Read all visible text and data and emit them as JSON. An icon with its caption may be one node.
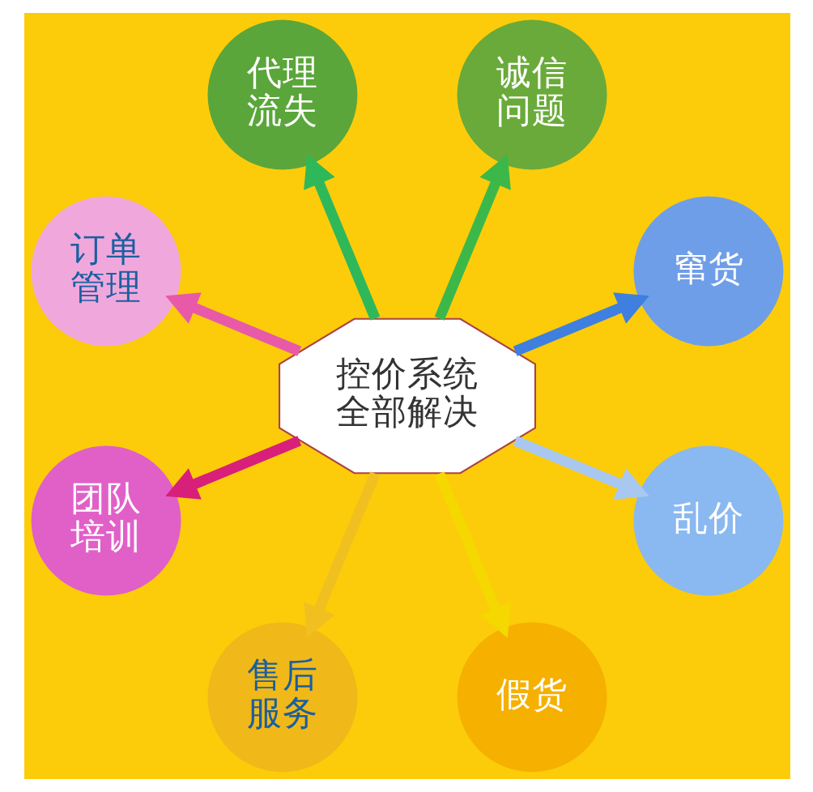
{
  "diagram": {
    "nodes": [
      {
        "text": [
          "控价系统全部解决"
        ]
      },
      {
        "text": [
          "窜货"
        ]
      },
      {
        "text": [
          "诚信问题"
        ]
      },
      {
        "text": [
          "代理流失"
        ]
      },
      {
        "text": [
          "订单管理"
        ]
      },
      {
        "text": [
          "团队培训"
        ]
      },
      {
        "text": [
          "售后服务"
        ]
      },
      {
        "text": [
          "假货"
        ]
      },
      {
        "text": [
          "乱价"
        ]
      }
    ],
    "edges": [
      {
        "from": 0,
        "to": 1,
        "arrow": "to",
        "color": "#3f7fe0"
      },
      {
        "from": 0,
        "to": 2,
        "arrow": "to",
        "color": "#3cb84a"
      },
      {
        "from": 0,
        "to": 3,
        "arrow": "to",
        "color": "#2fb85a"
      },
      {
        "from": 0,
        "to": 4,
        "arrow": "to",
        "color": "#e85aa8"
      },
      {
        "from": 0,
        "to": 5,
        "arrow": "to",
        "color": "#d8207a"
      },
      {
        "from": 0,
        "to": 6,
        "arrow": "to",
        "color": "#f0c020"
      },
      {
        "from": 0,
        "to": 7,
        "arrow": "to",
        "color": "#f5d800"
      },
      {
        "from": 0,
        "to": 8,
        "arrow": "to",
        "color": "#a8c8f0"
      }
    ]
  }
}
